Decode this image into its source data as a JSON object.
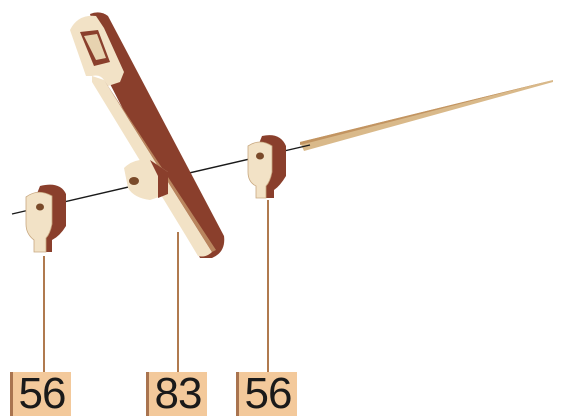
{
  "callouts": [
    {
      "id": "left",
      "number": "56"
    },
    {
      "id": "mid",
      "number": "83"
    },
    {
      "id": "right",
      "number": "56"
    }
  ],
  "colors": {
    "wood_face": "#f2e2c6",
    "wood_edge": "#8a3f2c",
    "wood_dark": "#6a2a1c",
    "label_bg": "#f3c99b",
    "leader": "#b07a4f",
    "wire": "#1a1a1a",
    "toothpick": "#d8b987"
  },
  "parts": {
    "left_bracket_icon": "bracket-part",
    "lever_icon": "lever-part",
    "right_bracket_icon": "bracket-part",
    "toothpick_icon": "toothpick-part"
  }
}
